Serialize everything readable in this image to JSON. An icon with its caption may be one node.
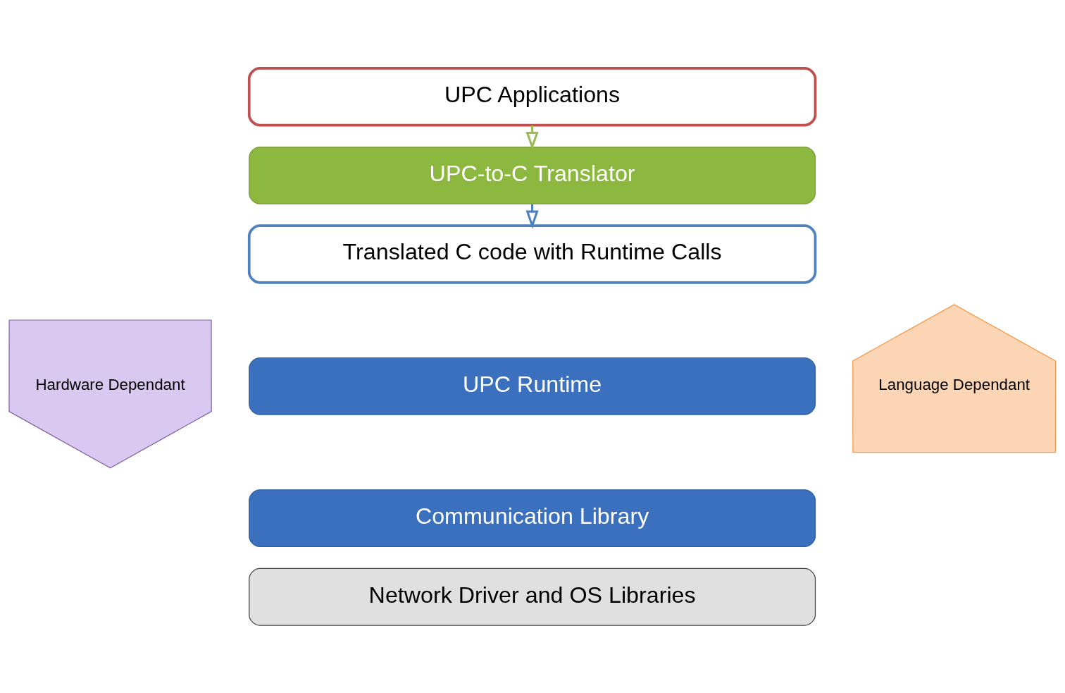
{
  "diagram": {
    "nodes": [
      {
        "text": [
          "Hardware Dependant"
        ]
      },
      {
        "text": [
          "UPC Applications"
        ]
      },
      {
        "text": [
          "UPC-to-C Translator"
        ]
      },
      {
        "text": [
          "Translated C code with Runtime Calls"
        ]
      },
      {
        "text": [
          "UPC Runtime"
        ]
      },
      {
        "text": [
          "Communication Library"
        ]
      },
      {
        "text": [
          "Network Driver and OS Libraries"
        ]
      },
      {
        "text": [
          "Language Dependant"
        ]
      }
    ],
    "edges": [
      {
        "from": 1,
        "to": 2,
        "arrow": "to",
        "color": "#9bbb59"
      },
      {
        "from": 2,
        "to": 3,
        "arrow": "to",
        "color": "#4f81bd"
      }
    ]
  }
}
